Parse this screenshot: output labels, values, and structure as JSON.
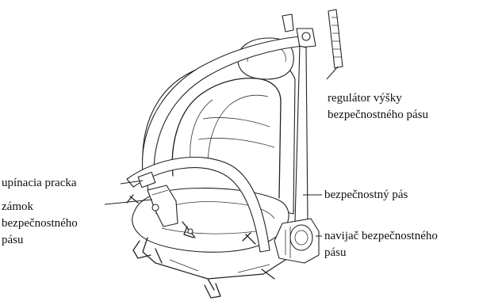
{
  "labels": {
    "height_adjuster": [
      "regulátor výšky",
      "bezpečnostného pásu"
    ],
    "anchor_plate": "upínacia pracka",
    "buckle": [
      "zámok",
      "bezpečnostného",
      "pásu"
    ],
    "belt": "bezpečnostný pás",
    "retractor": [
      "navijač bezpečnostného",
      "pásu"
    ]
  }
}
